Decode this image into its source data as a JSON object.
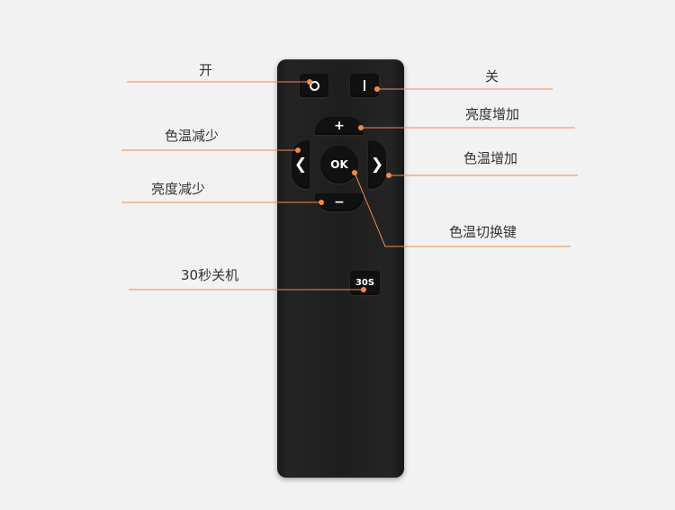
{
  "labels": {
    "power_on": "开",
    "power_off": "关",
    "brightness_up": "亮度增加",
    "color_temp_down": "色温减少",
    "color_temp_up": "色温增加",
    "brightness_down": "亮度减少",
    "color_temp_toggle": "色温切换键",
    "timer_off": "30秒关机"
  },
  "buttons": {
    "ok": "OK",
    "timer": "30S",
    "plus": "+",
    "minus": "−",
    "left": "❮",
    "right": "❯"
  },
  "colors": {
    "leader": "#f08a4b",
    "text": "#333333",
    "background": "#f2f2f2",
    "remote": "#1e1e1e"
  }
}
